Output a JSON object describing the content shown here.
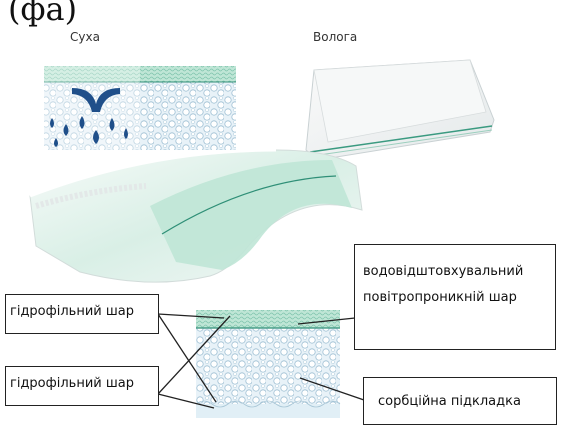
{
  "top_fragment": "(фа)",
  "labels": {
    "dry": "Суха",
    "wet": "Волога"
  },
  "callouts": {
    "hydrophilic_top": "гідрофільний шар",
    "hydrophilic_bottom": "гідрофільний шар",
    "waterproof_line1": "водовідштовхувальний",
    "waterproof_line2": "повітропроникній шар",
    "absorbent_pad": "сорбційна підкладка"
  },
  "colors": {
    "mint": "#bfe6d6",
    "mint_dark": "#2f8f77",
    "pad_blue": "#dfeef6",
    "drop_navy": "#1f4f8a"
  }
}
